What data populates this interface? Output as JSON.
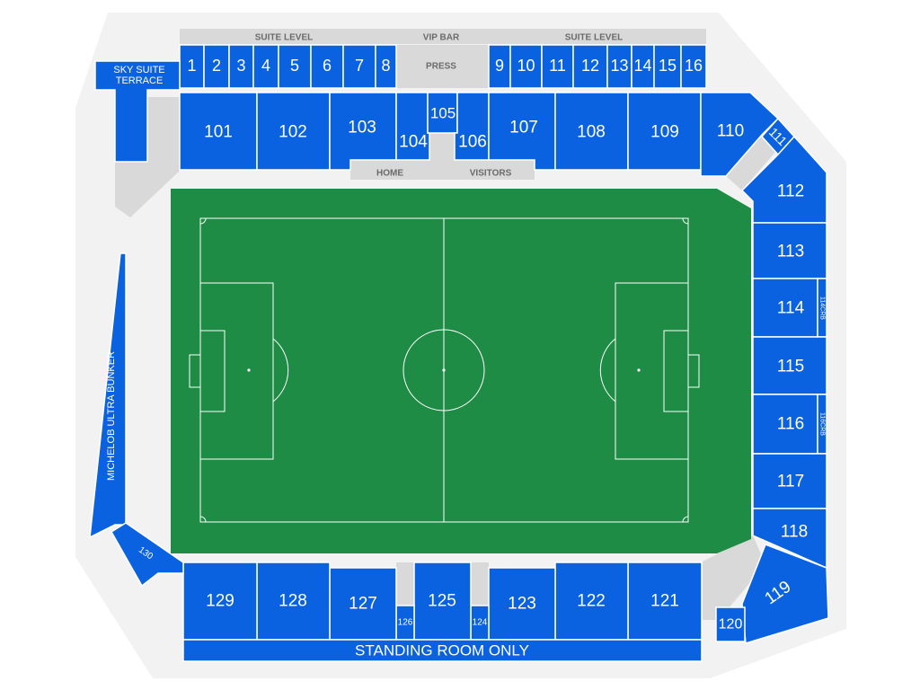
{
  "map": {
    "labels": {
      "suite_level_left": "SUITE LEVEL",
      "suite_level_right": "SUITE LEVEL",
      "vip_bar": "VIP BAR",
      "press": "PRESS",
      "home": "HOME",
      "visitors": "VISITORS",
      "sky_suite_line1": "SKY SUITE",
      "sky_suite_line2": "TERRACE",
      "michelob": "MICHELOB ULTRA BUNKER",
      "standing_room": "STANDING ROOM ONLY"
    },
    "suites_left": [
      "1",
      "2",
      "3",
      "4",
      "5",
      "6",
      "7",
      "8"
    ],
    "suites_right": [
      "9",
      "10",
      "11",
      "12",
      "13",
      "14",
      "15",
      "16"
    ],
    "sections": {
      "s101": "101",
      "s102": "102",
      "s103": "103",
      "s104": "104",
      "s105": "105",
      "s106": "106",
      "s107": "107",
      "s108": "108",
      "s109": "109",
      "s110": "110",
      "s111": "111",
      "s112": "112",
      "s113": "113",
      "s114": "114",
      "s114crb": "114CRB",
      "s115": "115",
      "s116": "116",
      "s116crb": "116CRB",
      "s117": "117",
      "s118": "118",
      "s119": "119",
      "s120": "120",
      "s121": "121",
      "s122": "122",
      "s123": "123",
      "s124": "124",
      "s125": "125",
      "s126": "126",
      "s127": "127",
      "s128": "128",
      "s129": "129",
      "s130": "130"
    },
    "colors": {
      "section": "#0a62e0",
      "pitch": "#1e8c45",
      "concourse": "#f2f2f2",
      "gray_block": "#d9d9d9"
    }
  }
}
